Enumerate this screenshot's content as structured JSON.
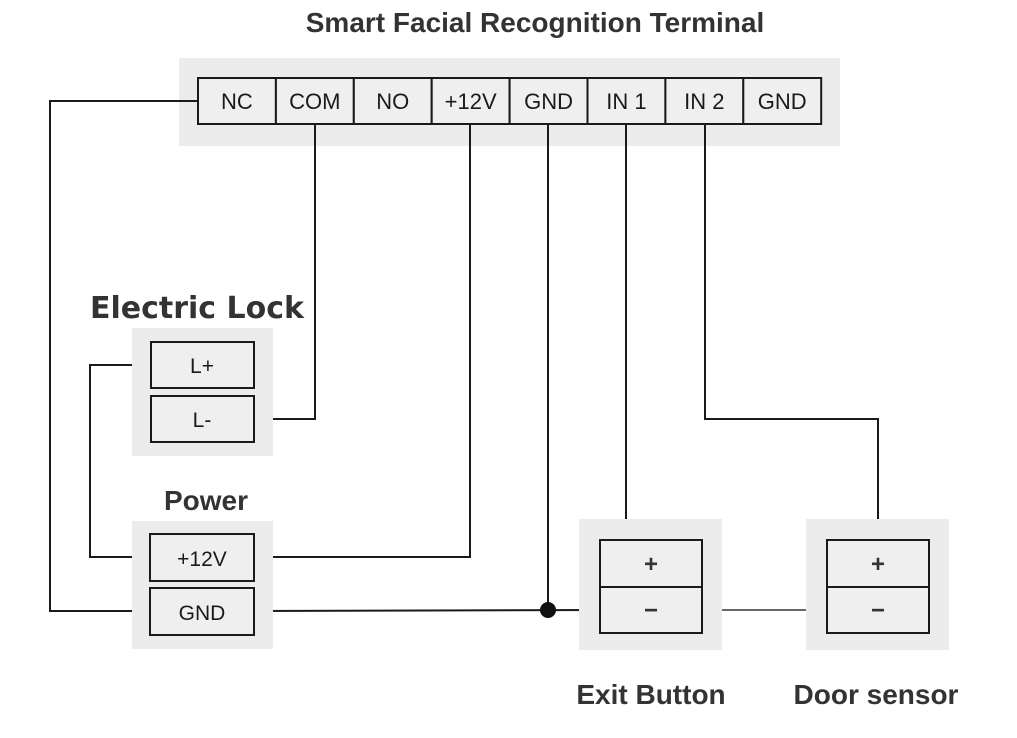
{
  "title": "Smart Facial Recognition Terminal",
  "terminal_block": {
    "pins": [
      "NC",
      "COM",
      "NO",
      "+12V",
      "GND",
      "IN 1",
      "IN 2",
      "GND"
    ]
  },
  "electric_lock": {
    "title": "Electric Lock",
    "pins": [
      "L+",
      "L-"
    ]
  },
  "power": {
    "title": "Power",
    "pins": [
      "+12V",
      "GND"
    ]
  },
  "exit_button": {
    "title": "Exit Button",
    "pins": [
      "+",
      "−"
    ]
  },
  "door_sensor": {
    "title": "Door sensor",
    "pins": [
      "+",
      "−"
    ]
  },
  "connections": [
    {
      "from": "terminal.NC",
      "to": "power.GND"
    },
    {
      "from": "terminal.COM",
      "to": "electric_lock.L-"
    },
    {
      "from": "terminal.+12V",
      "to": "power.+12V"
    },
    {
      "from": "power.+12V",
      "to": "electric_lock.L+"
    },
    {
      "from": "terminal.GND",
      "to": "power.GND",
      "junction": true
    },
    {
      "from": "power.GND",
      "to": "exit_button.-"
    },
    {
      "from": "terminal.IN 1",
      "to": "exit_button.+"
    },
    {
      "from": "terminal.IN 2",
      "to": "door_sensor.+"
    },
    {
      "from": "exit_button.-",
      "to": "door_sensor.-"
    }
  ]
}
